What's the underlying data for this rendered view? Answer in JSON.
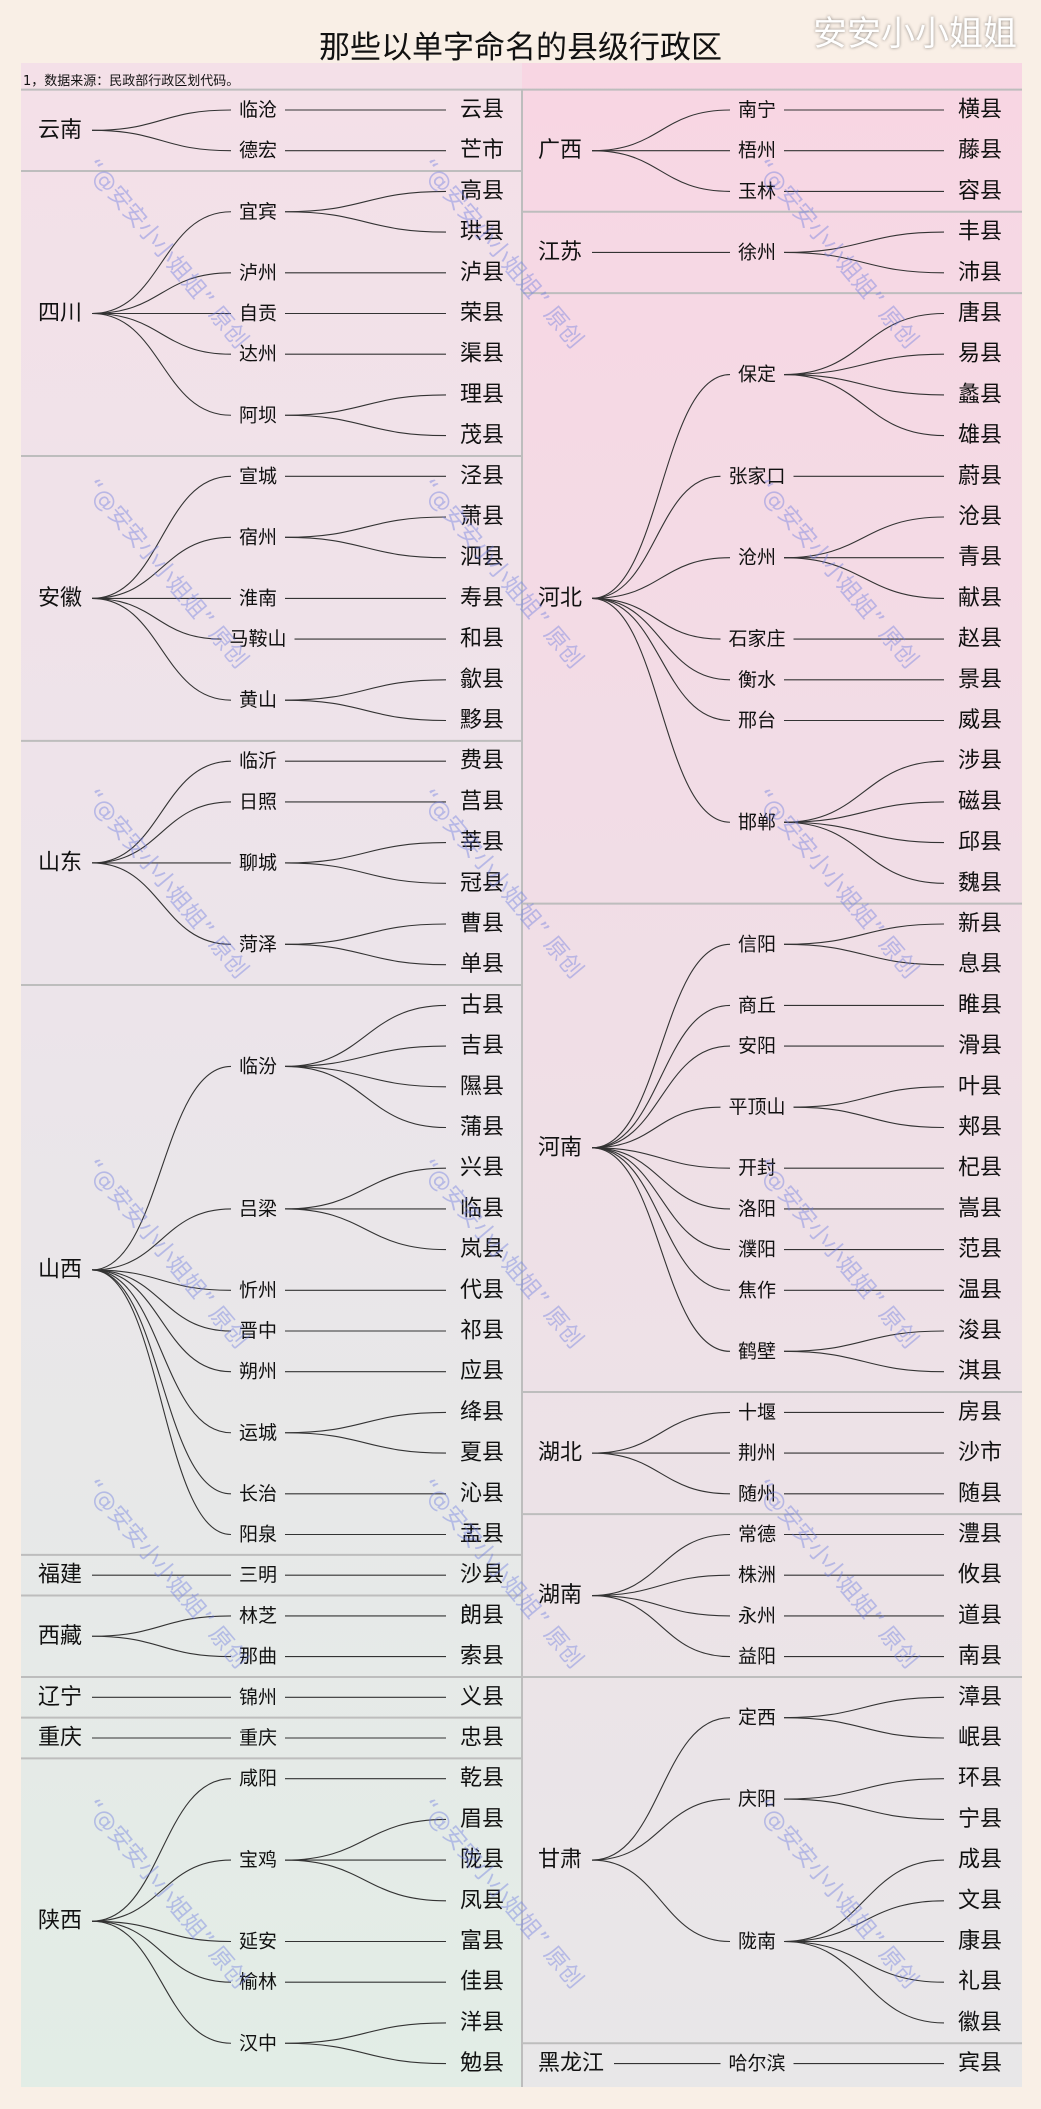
{
  "title": "那些以单字命名的县级行政区",
  "note": "1，数据来源：民政部行政区划代码。",
  "watermark": "“@安安小小姐姐” 原创",
  "brand": "安安小小姐姐",
  "columns": [
    [
      {
        "province": "云南",
        "cities": [
          {
            "name": "临沧",
            "counties": [
              "云县"
            ]
          },
          {
            "name": "德宏",
            "counties": [
              "芒市"
            ]
          }
        ]
      },
      {
        "province": "四川",
        "cities": [
          {
            "name": "宜宾",
            "counties": [
              "高县",
              "珙县"
            ]
          },
          {
            "name": "泸州",
            "counties": [
              "泸县"
            ]
          },
          {
            "name": "自贡",
            "counties": [
              "荣县"
            ]
          },
          {
            "name": "达州",
            "counties": [
              "渠县"
            ]
          },
          {
            "name": "阿坝",
            "counties": [
              "理县",
              "茂县"
            ]
          }
        ]
      },
      {
        "province": "安徽",
        "cities": [
          {
            "name": "宣城",
            "counties": [
              "泾县"
            ]
          },
          {
            "name": "宿州",
            "counties": [
              "萧县",
              "泗县"
            ]
          },
          {
            "name": "淮南",
            "counties": [
              "寿县"
            ]
          },
          {
            "name": "马鞍山",
            "counties": [
              "和县"
            ]
          },
          {
            "name": "黄山",
            "counties": [
              "歙县",
              "黟县"
            ]
          }
        ]
      },
      {
        "province": "山东",
        "cities": [
          {
            "name": "临沂",
            "counties": [
              "费县"
            ]
          },
          {
            "name": "日照",
            "counties": [
              "莒县"
            ]
          },
          {
            "name": "聊城",
            "counties": [
              "莘县",
              "冠县"
            ]
          },
          {
            "name": "菏泽",
            "counties": [
              "曹县",
              "单县"
            ]
          }
        ]
      },
      {
        "province": "山西",
        "cities": [
          {
            "name": "临汾",
            "counties": [
              "古县",
              "吉县",
              "隰县",
              "蒲县"
            ]
          },
          {
            "name": "吕梁",
            "counties": [
              "兴县",
              "临县",
              "岚县"
            ]
          },
          {
            "name": "忻州",
            "counties": [
              "代县"
            ]
          },
          {
            "name": "晋中",
            "counties": [
              "祁县"
            ]
          },
          {
            "name": "朔州",
            "counties": [
              "应县"
            ]
          },
          {
            "name": "运城",
            "counties": [
              "绛县",
              "夏县"
            ]
          },
          {
            "name": "长治",
            "counties": [
              "沁县"
            ]
          },
          {
            "name": "阳泉",
            "counties": [
              "盂县"
            ]
          }
        ]
      },
      {
        "province": "福建",
        "cities": [
          {
            "name": "三明",
            "counties": [
              "沙县"
            ]
          }
        ]
      },
      {
        "province": "西藏",
        "cities": [
          {
            "name": "林芝",
            "counties": [
              "朗县"
            ]
          },
          {
            "name": "那曲",
            "counties": [
              "索县"
            ]
          }
        ]
      },
      {
        "province": "辽宁",
        "cities": [
          {
            "name": "锦州",
            "counties": [
              "义县"
            ]
          }
        ]
      },
      {
        "province": "重庆",
        "cities": [
          {
            "name": "重庆",
            "counties": [
              "忠县"
            ]
          }
        ]
      },
      {
        "province": "陕西",
        "cities": [
          {
            "name": "咸阳",
            "counties": [
              "乾县"
            ]
          },
          {
            "name": "宝鸡",
            "counties": [
              "眉县",
              "陇县",
              "凤县"
            ]
          },
          {
            "name": "延安",
            "counties": [
              "富县"
            ]
          },
          {
            "name": "榆林",
            "counties": [
              "佳县"
            ]
          },
          {
            "name": "汉中",
            "counties": [
              "洋县",
              "勉县"
            ]
          }
        ]
      }
    ],
    [
      {
        "province": "广西",
        "cities": [
          {
            "name": "南宁",
            "counties": [
              "横县"
            ]
          },
          {
            "name": "梧州",
            "counties": [
              "藤县"
            ]
          },
          {
            "name": "玉林",
            "counties": [
              "容县"
            ]
          }
        ]
      },
      {
        "province": "江苏",
        "cities": [
          {
            "name": "徐州",
            "counties": [
              "丰县",
              "沛县"
            ]
          }
        ]
      },
      {
        "province": "河北",
        "cities": [
          {
            "name": "保定",
            "counties": [
              "唐县",
              "易县",
              "蠡县",
              "雄县"
            ]
          },
          {
            "name": "张家口",
            "counties": [
              "蔚县"
            ]
          },
          {
            "name": "沧州",
            "counties": [
              "沧县",
              "青县",
              "献县"
            ]
          },
          {
            "name": "石家庄",
            "counties": [
              "赵县"
            ]
          },
          {
            "name": "衡水",
            "counties": [
              "景县"
            ]
          },
          {
            "name": "邢台",
            "counties": [
              "威县"
            ]
          },
          {
            "name": "邯郸",
            "counties": [
              "涉县",
              "磁县",
              "邱县",
              "魏县"
            ]
          }
        ]
      },
      {
        "province": "河南",
        "cities": [
          {
            "name": "信阳",
            "counties": [
              "新县",
              "息县"
            ]
          },
          {
            "name": "商丘",
            "counties": [
              "睢县"
            ]
          },
          {
            "name": "安阳",
            "counties": [
              "滑县"
            ]
          },
          {
            "name": "平顶山",
            "counties": [
              "叶县",
              "郏县"
            ]
          },
          {
            "name": "开封",
            "counties": [
              "杞县"
            ]
          },
          {
            "name": "洛阳",
            "counties": [
              "嵩县"
            ]
          },
          {
            "name": "濮阳",
            "counties": [
              "范县"
            ]
          },
          {
            "name": "焦作",
            "counties": [
              "温县"
            ]
          },
          {
            "name": "鹤壁",
            "counties": [
              "浚县",
              "淇县"
            ]
          }
        ]
      },
      {
        "province": "湖北",
        "cities": [
          {
            "name": "十堰",
            "counties": [
              "房县"
            ]
          },
          {
            "name": "荆州",
            "counties": [
              "沙市"
            ]
          },
          {
            "name": "随州",
            "counties": [
              "随县"
            ]
          }
        ]
      },
      {
        "province": "湖南",
        "cities": [
          {
            "name": "常德",
            "counties": [
              "澧县"
            ]
          },
          {
            "name": "株洲",
            "counties": [
              "攸县"
            ]
          },
          {
            "name": "永州",
            "counties": [
              "道县"
            ]
          },
          {
            "name": "益阳",
            "counties": [
              "南县"
            ]
          }
        ]
      },
      {
        "province": "甘肃",
        "cities": [
          {
            "name": "定西",
            "counties": [
              "漳县",
              "岷县"
            ]
          },
          {
            "name": "庆阳",
            "counties": [
              "环县",
              "宁县"
            ]
          },
          {
            "name": "陇南",
            "counties": [
              "成县",
              "文县",
              "康县",
              "礼县",
              "徽县"
            ]
          }
        ]
      },
      {
        "province": "黑龙江",
        "cities": [
          {
            "name": "哈尔滨",
            "counties": [
              "宾县"
            ]
          }
        ]
      }
    ]
  ]
}
